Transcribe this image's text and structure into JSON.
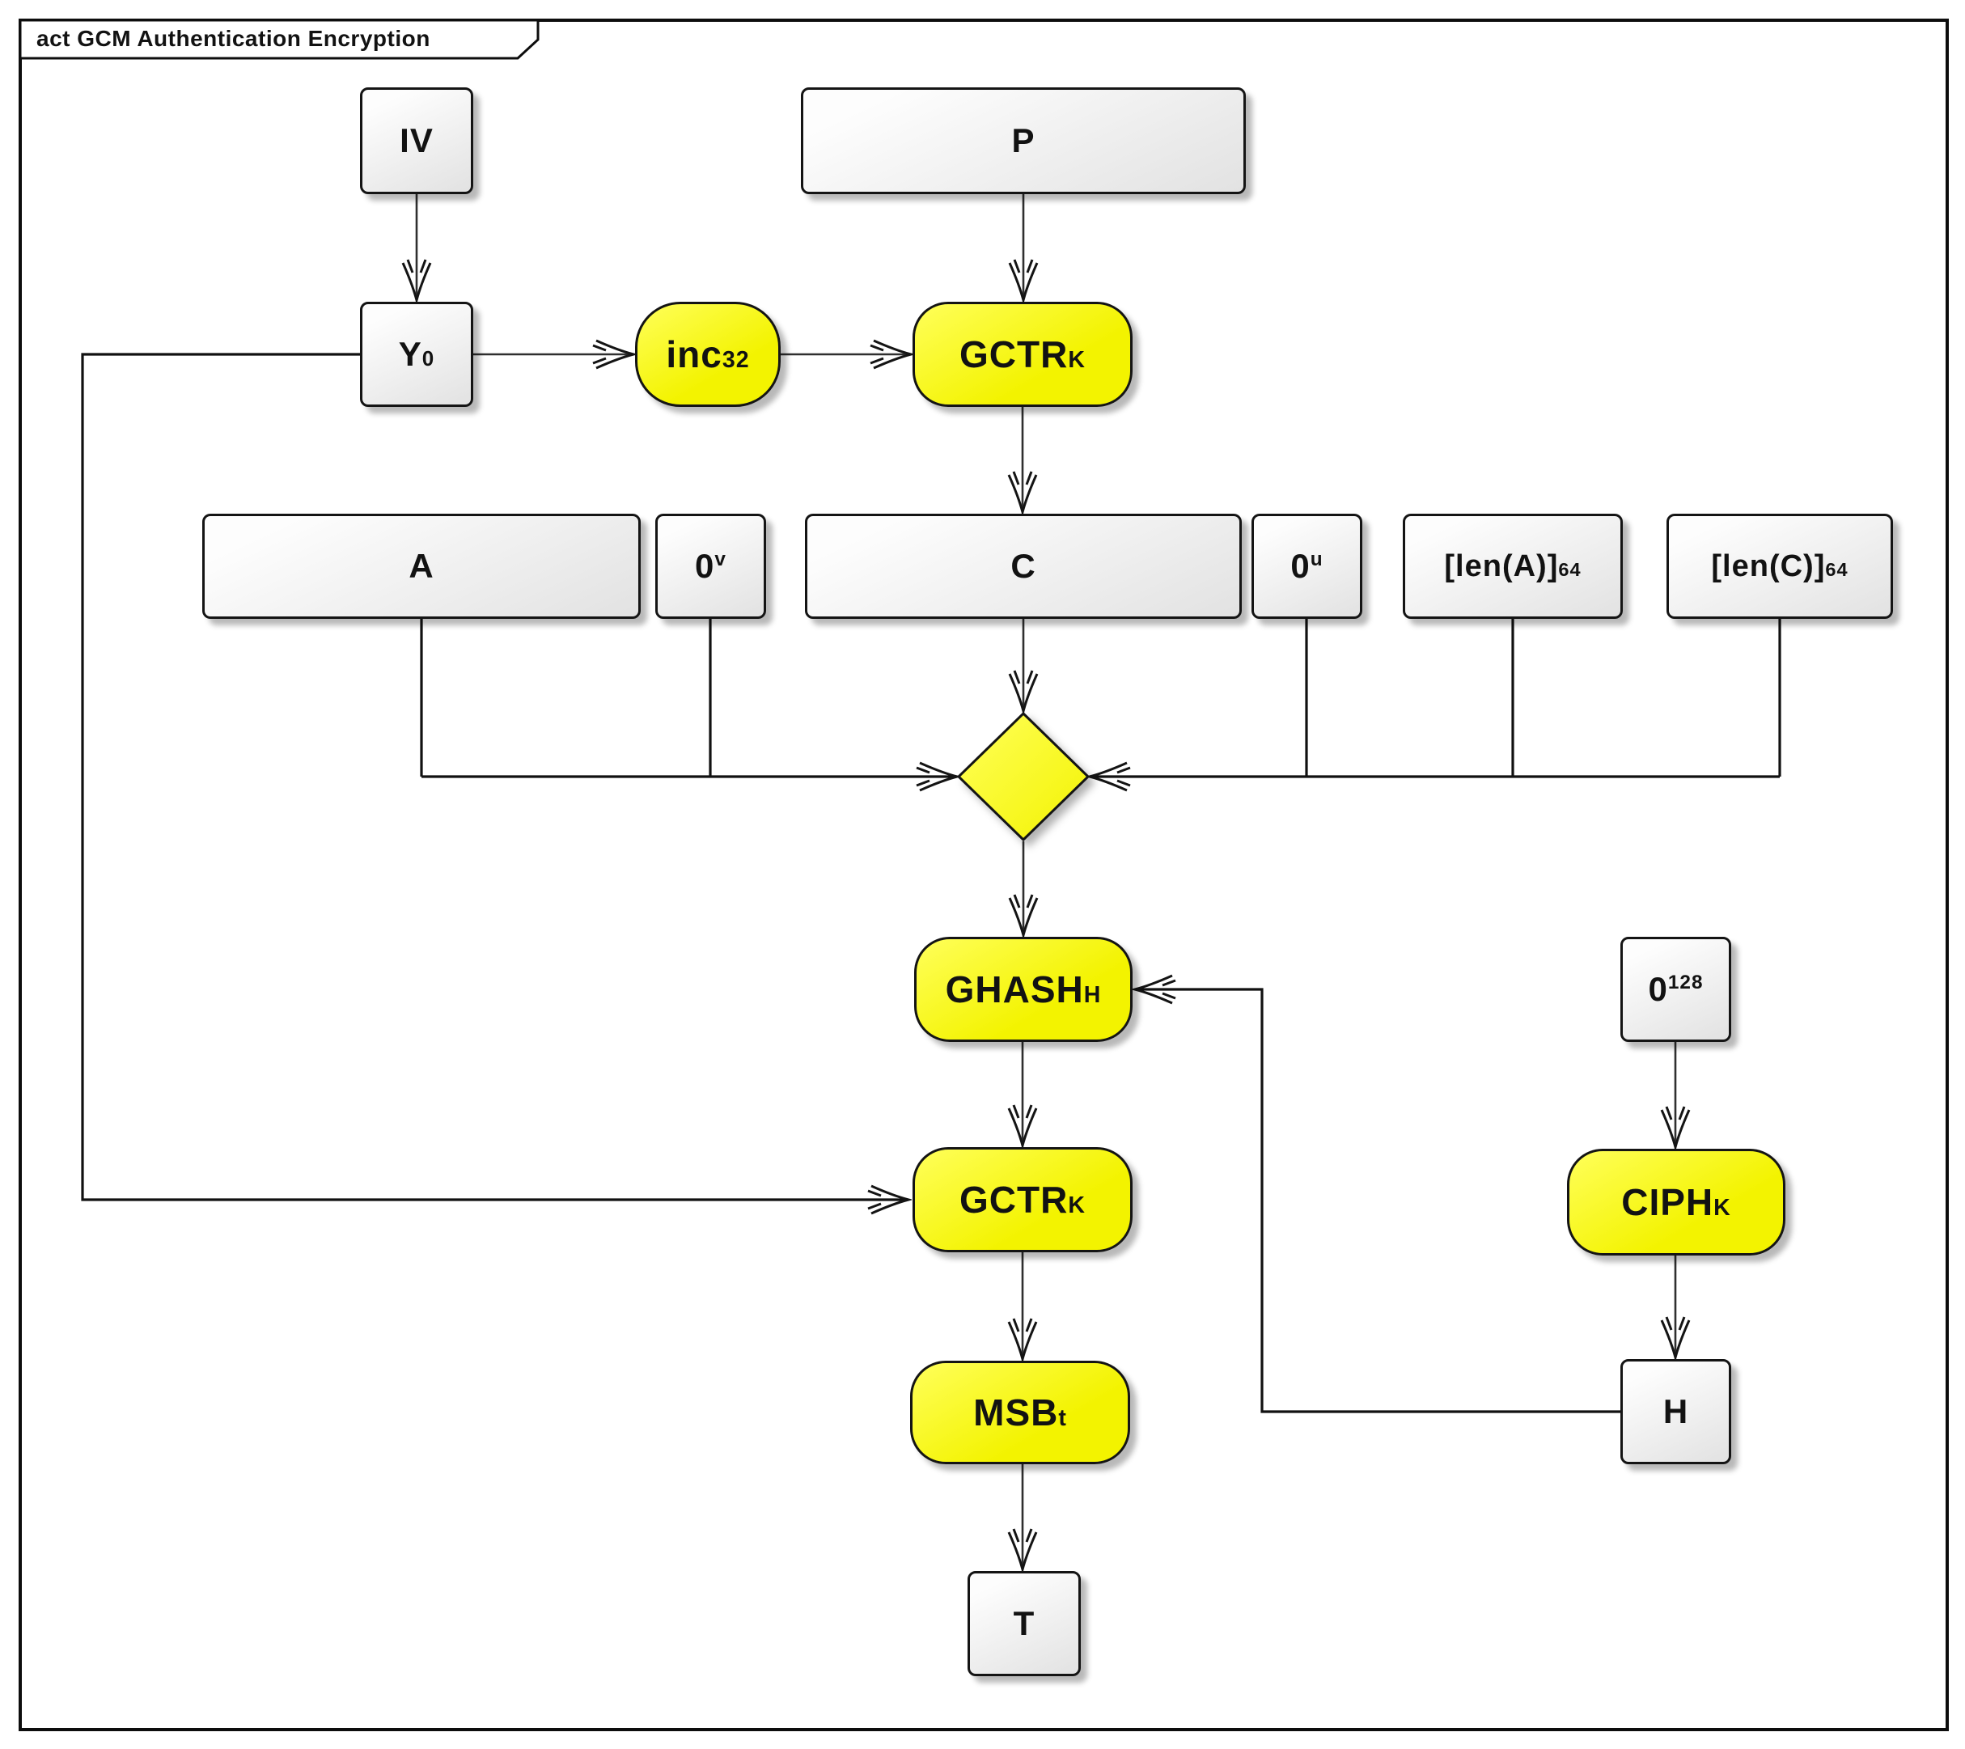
{
  "frame": {
    "title": "act GCM Authentication Encryption"
  },
  "colors": {
    "background": "#ffffff",
    "frame_border": "#0d0d0d",
    "node_border": "#141414",
    "gray_box_light": "#fdfdfd",
    "gray_box_dark": "#e2e2e2",
    "yellow_light": "#ffff5a",
    "yellow": "#f3f300",
    "line": "#2f2f2f",
    "line_heavy": "#111111",
    "text": "#121212"
  },
  "nodes": {
    "iv": {
      "label": "IV"
    },
    "p": {
      "label": "P"
    },
    "y0": {
      "base": "Y",
      "sub": "0"
    },
    "inc32": {
      "base": "inc",
      "sub": "32"
    },
    "gctr_top": {
      "base": "GCTR",
      "sub": "K"
    },
    "a": {
      "label": "A"
    },
    "zero_v": {
      "base": "0",
      "sup": "v"
    },
    "c": {
      "label": "C"
    },
    "zero_u": {
      "base": "0",
      "sup": "u"
    },
    "len_a": {
      "base": "[len(A)]",
      "sub": "64"
    },
    "len_c": {
      "base": "[len(C)]",
      "sub": "64"
    },
    "ghash": {
      "base": "GHASH",
      "sub": "H"
    },
    "zero_128": {
      "base": "0",
      "sup": "128"
    },
    "gctr_bottom": {
      "base": "GCTR",
      "sub": "K"
    },
    "ciph": {
      "base": "CIPH",
      "sub": "K"
    },
    "msb": {
      "base": "MSB",
      "sub": "t"
    },
    "h": {
      "label": "H"
    },
    "t": {
      "label": "T"
    }
  }
}
